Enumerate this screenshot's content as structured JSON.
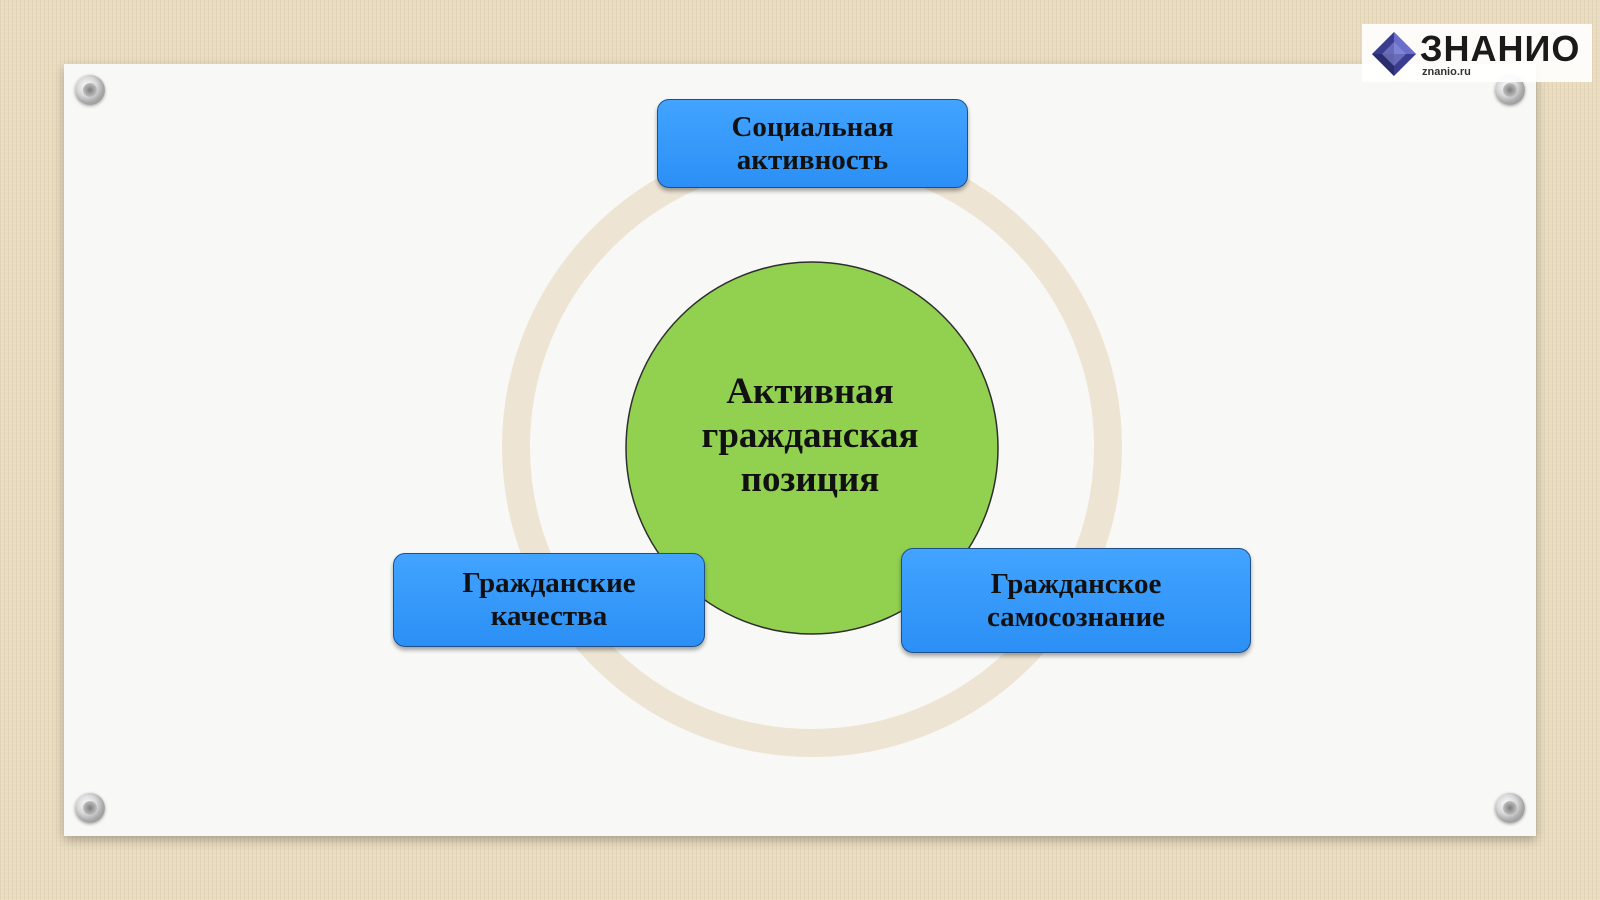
{
  "logo": {
    "name": "ЗНАНИО",
    "site": "znanio.ru"
  },
  "diagram": {
    "center": {
      "lines": [
        "Активная",
        "гражданская",
        "позиция"
      ],
      "color": "#92d050"
    },
    "nodes": [
      {
        "lines": [
          "Социальная",
          "активность"
        ]
      },
      {
        "lines": [
          "Гражданские",
          "качества"
        ]
      },
      {
        "lines": [
          "Гражданское",
          "самосознание"
        ]
      }
    ],
    "node_color": "#3399ff",
    "ring_color": "#eee4d3"
  }
}
